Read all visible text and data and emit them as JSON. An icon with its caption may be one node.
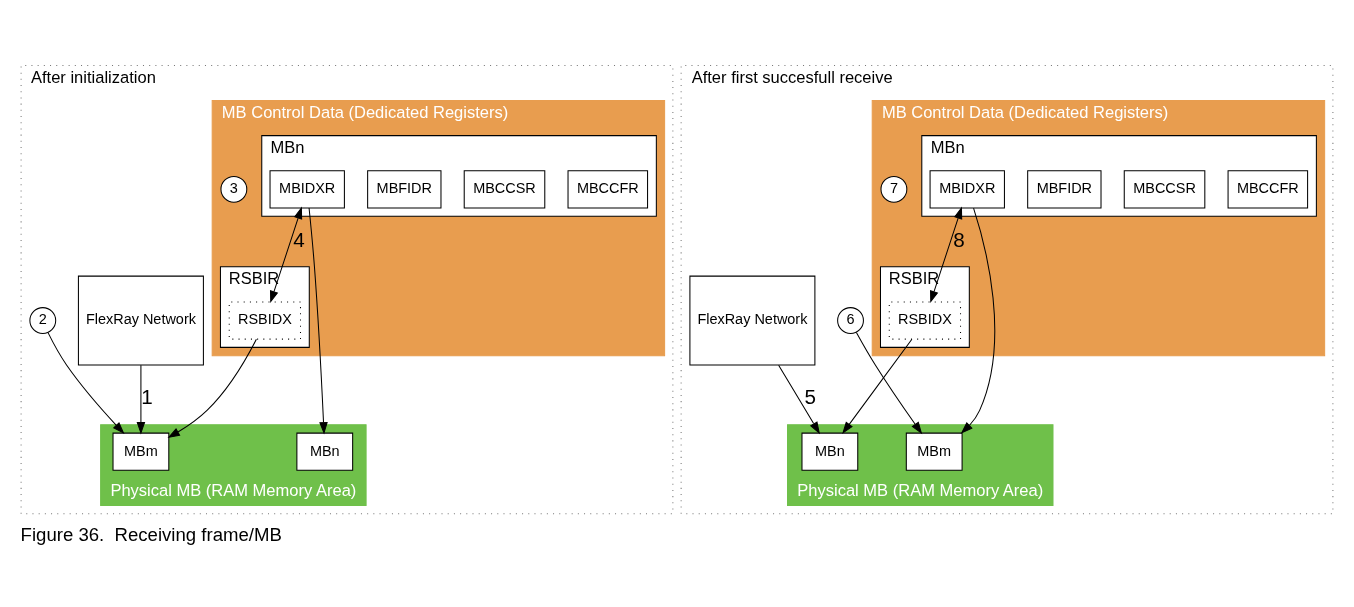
{
  "diagram": {
    "caption": "Figure 36.  Receiving frame/MB",
    "nodes": [
      {
        "text": [
          "After initialization"
        ]
      },
      {
        "text": [
          "FlexRay Network"
        ],
        "in": 0
      },
      {
        "text": [
          "Physical MB (RAM Memory Area)"
        ],
        "in": 0
      },
      {
        "text": [
          "MBn"
        ],
        "in": 2
      },
      {
        "text": [
          "MBm"
        ],
        "in": 2
      },
      {
        "text": [
          "MB Control Data (Dedicated Registers)"
        ],
        "in": 0
      },
      {
        "text": [
          "MBn"
        ],
        "in": 5
      },
      {
        "text": [
          "MBCCFR"
        ],
        "in": 6
      },
      {
        "text": [
          "MBCCSR"
        ],
        "in": 6
      },
      {
        "text": [
          "MBFIDR"
        ],
        "in": 6
      },
      {
        "text": [
          "MBIDXR"
        ],
        "in": 6
      },
      {
        "text": [
          "RSBIR"
        ],
        "in": 5
      },
      {
        "text": [
          "RSBIDX"
        ],
        "in": 11
      },
      {
        "text": [
          "3"
        ],
        "in": 5
      },
      {
        "text": [
          "2"
        ],
        "in": 0
      },
      {
        "text": [
          "After first succesfull receive"
        ]
      },
      {
        "text": [
          "FlexRay Network"
        ],
        "in": 15
      },
      {
        "text": [
          "Physical MB (RAM Memory Area)"
        ],
        "in": 15
      },
      {
        "text": [
          "MBn"
        ],
        "in": 17
      },
      {
        "text": [
          "MBm"
        ],
        "in": 17
      },
      {
        "text": [
          "MB Control Data (Dedicated Registers)"
        ],
        "in": 15
      },
      {
        "text": [
          "MBn"
        ],
        "in": 20
      },
      {
        "text": [
          "MBCCFR"
        ],
        "in": 21
      },
      {
        "text": [
          "MBCCSR"
        ],
        "in": 21
      },
      {
        "text": [
          "MBFIDR"
        ],
        "in": 21
      },
      {
        "text": [
          "MBIDXR"
        ],
        "in": 21
      },
      {
        "text": [
          "RSBIR"
        ],
        "in": 20
      },
      {
        "text": [
          "RSBIDX"
        ],
        "in": 26
      },
      {
        "text": [
          "7"
        ],
        "in": 20
      },
      {
        "text": [
          "6"
        ],
        "in": 15
      }
    ],
    "edges": [
      {
        "from": 1,
        "to": 4,
        "arrow": "to",
        "label": "1"
      },
      {
        "from": 14,
        "to": 4,
        "arrow": "to"
      },
      {
        "from": 10,
        "to": 3,
        "arrow": "to"
      },
      {
        "from": 12,
        "to": 4,
        "arrow": "to"
      },
      {
        "from": 10,
        "to": 12,
        "arrow": "both",
        "label": "4"
      },
      {
        "from": 16,
        "to": 18,
        "arrow": "to",
        "label": "5"
      },
      {
        "from": 29,
        "to": 19,
        "arrow": "to"
      },
      {
        "from": 25,
        "to": 19,
        "arrow": "to"
      },
      {
        "from": 27,
        "to": 18,
        "arrow": "to"
      },
      {
        "from": 25,
        "to": 27,
        "arrow": "both",
        "label": "8"
      }
    ]
  }
}
